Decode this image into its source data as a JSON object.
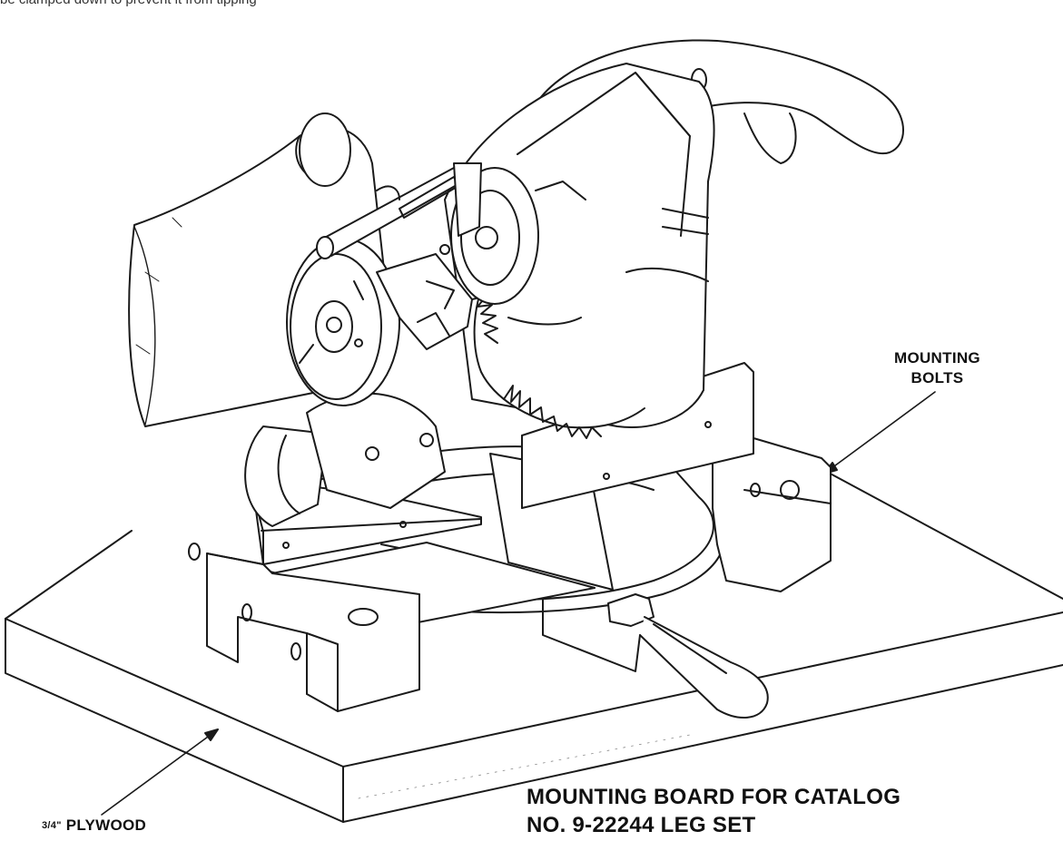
{
  "figure": {
    "top_text_fragment": "be clamped down to prevent it from tipping",
    "labels": {
      "mounting_bolts_line1": "MOUNTING",
      "mounting_bolts_line2": "BOLTS",
      "board_line1": "MOUNTING BOARD FOR CATALOG",
      "board_line2": "NO. 9-22244 LEG SET",
      "plywood_fraction": "3/4\"",
      "plywood_word": "PLYWOOD"
    }
  }
}
